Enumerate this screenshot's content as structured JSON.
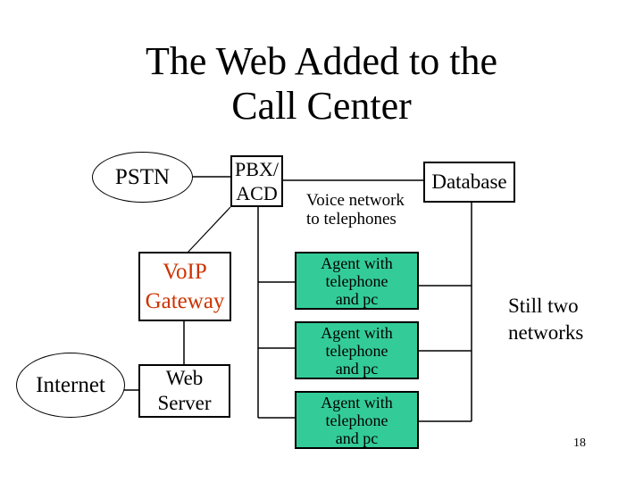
{
  "slide": {
    "title": {
      "line1": "The Web Added to the",
      "line2": "Call Center"
    },
    "page_number": "18"
  },
  "colors": {
    "agent_box_fill": "#33CC99",
    "accent_text": "#CC3300",
    "line_color": "#000000",
    "background": "#FFFFFF"
  },
  "diagram": {
    "pstn": {
      "label": "PSTN"
    },
    "pbx": {
      "line1": "PBX/",
      "line2": "ACD"
    },
    "database": {
      "label": "Database"
    },
    "voice_note": {
      "line1": "Voice network",
      "line2": "to telephones"
    },
    "voip": {
      "line1": "VoIP",
      "line2": "Gateway"
    },
    "internet": {
      "label": "Internet"
    },
    "web_server": {
      "line1": "Web",
      "line2": "Server"
    },
    "agents": [
      {
        "line1": "Agent with",
        "line2": "telephone",
        "line3": "and pc"
      },
      {
        "line1": "Agent with",
        "line2": "telephone",
        "line3": "and pc"
      },
      {
        "line1": "Agent with",
        "line2": "telephone",
        "line3": "and pc"
      }
    ],
    "note": {
      "line1": "Still two",
      "line2": "networks"
    }
  }
}
